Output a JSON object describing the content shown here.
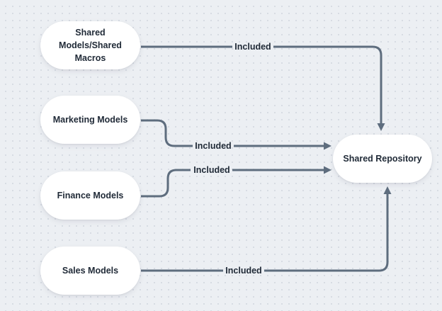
{
  "diagram": {
    "colors": {
      "background": "#eceff3",
      "grid_dot": "#d3d8e0",
      "connector": "#5e6d7e",
      "text": "#212b38",
      "node_fill": "#ffffff"
    },
    "nodes": [
      {
        "id": "shared-models-shared-macros",
        "label": "Shared\nModels/Shared\nMacros"
      },
      {
        "id": "marketing-models",
        "label": "Marketing Models"
      },
      {
        "id": "finance-models",
        "label": "Finance Models"
      },
      {
        "id": "sales-models",
        "label": "Sales Models"
      },
      {
        "id": "shared-repository",
        "label": "Shared Repository"
      }
    ],
    "edges": [
      {
        "from": "shared-models-shared-macros",
        "to": "shared-repository",
        "label": "Included"
      },
      {
        "from": "marketing-models",
        "to": "shared-repository",
        "label": "Included"
      },
      {
        "from": "finance-models",
        "to": "shared-repository",
        "label": "Included"
      },
      {
        "from": "sales-models",
        "to": "shared-repository",
        "label": "Included"
      }
    ]
  }
}
